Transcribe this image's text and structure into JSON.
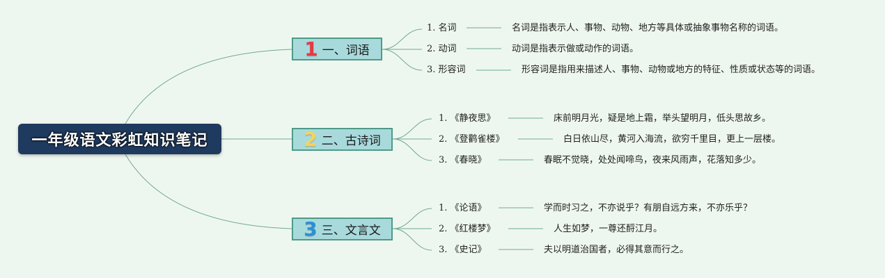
{
  "root": {
    "title": "一年级语文彩虹知识笔记"
  },
  "branches": [
    {
      "num": "1",
      "num_color": "#e63946",
      "title": "一、词语",
      "items": [
        {
          "label": "1. 名词",
          "text": "名词是指表示人、事物、动物、地方等具体或抽象事物名称的词语。"
        },
        {
          "label": "2. 动词",
          "text": "动词是指表示做或动作的词语。"
        },
        {
          "label": "3. 形容词",
          "text": "形容词是指用来描述人、事物、动物或地方的特征、性质或状态等的词语。"
        }
      ]
    },
    {
      "num": "2",
      "num_color": "#f4d35e",
      "title": "二、古诗词",
      "items": [
        {
          "label": "1. 《静夜思》",
          "text": "床前明月光，疑是地上霜，举头望明月，低头思故乡。"
        },
        {
          "label": "2. 《登鹳雀楼》",
          "text": "白日依山尽，黄河入海流，欲穷千里目，更上一层楼。"
        },
        {
          "label": "3. 《春晓》",
          "text": "春眠不觉晓，处处闻啼鸟，夜来风雨声，花落知多少。"
        }
      ]
    },
    {
      "num": "3",
      "num_color": "#2b8fd6",
      "title": "三、文言文",
      "items": [
        {
          "label": "1. 《论语》",
          "text": "学而时习之，不亦说乎？有朋自远方来，不亦乐乎？"
        },
        {
          "label": "2. 《红楼梦》",
          "text": "人生如梦，一尊还酹江月。"
        },
        {
          "label": "3. 《史记》",
          "text": "夫以明道治国者，必得其意而行之。"
        }
      ]
    }
  ],
  "colors": {
    "connector": "#6fa898",
    "background": "#eef7ef"
  }
}
